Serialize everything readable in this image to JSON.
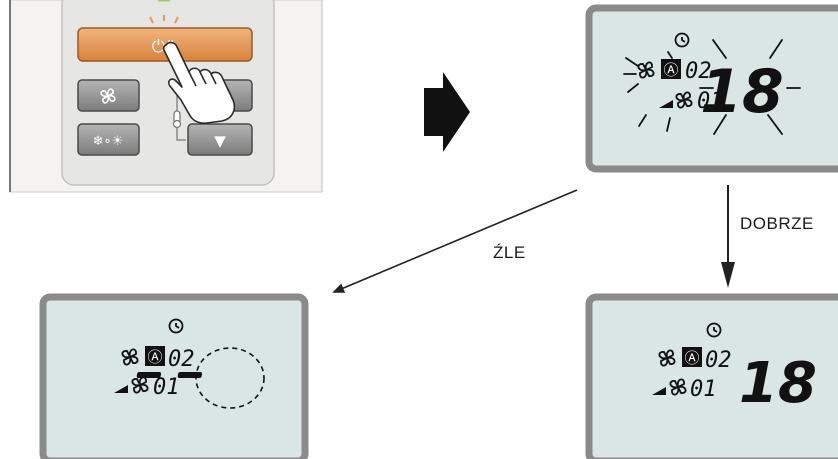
{
  "remote": {
    "power_label": "⏻/|",
    "fan_icon": "fan-icon",
    "mode_icons": "❄∘☀",
    "down_symbol": "▼"
  },
  "labels": {
    "wrong": "ŹLE",
    "correct": "DOBRZE"
  },
  "lcd": {
    "timer_symbol": "timer-icon",
    "auto_symbol": "Ⓐ",
    "top_code": "02",
    "bottom_code": "01",
    "temperature": "18",
    "dash": "- -"
  },
  "colors": {
    "lcd_fill": "#d9e6e4",
    "lcd_frame": "#8c8c8c",
    "power_button": "#e59a55",
    "button_gray": "#8f8f8f",
    "remote_body": "#ecebe9"
  }
}
